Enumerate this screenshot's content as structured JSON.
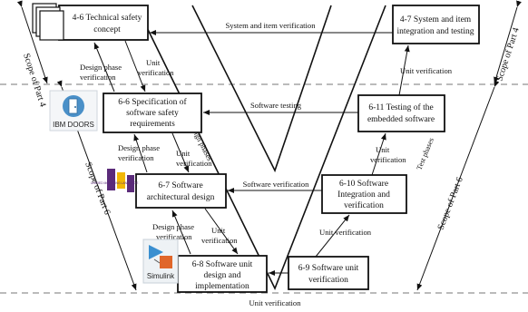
{
  "boxes": {
    "b46": [
      "4-6 Technical safety",
      "concept"
    ],
    "b47": [
      "4-7 System and item",
      "integration and testing"
    ],
    "b66": [
      "6-6 Specification of",
      "software safety",
      "requirements"
    ],
    "b611": [
      "6-11 Testing of the",
      "embedded software"
    ],
    "b67": [
      "6-7 Software",
      "architectural design"
    ],
    "b610": [
      "6-10 Software",
      "Integration and",
      "verification"
    ],
    "b68": [
      "6-8 Software unit",
      "design and",
      "implementation"
    ],
    "b69": [
      "6-9 Software unit",
      "verification"
    ]
  },
  "arrows": {
    "system_item": "System and item verification",
    "software_testing": "Software testing",
    "software_verification": "Software verification",
    "unit_verification_mid": "Unit verification",
    "unit_verification_bottom": "Unit verification",
    "unit_verification_right_top": "Unit verification",
    "unit_verification_right_mid": [
      "Unit",
      "verification"
    ],
    "design_phase_1": [
      "Design phase",
      "verification"
    ],
    "unit_ver_1": [
      "Unit",
      "verification"
    ],
    "design_phase_2": [
      "Design phase",
      "verification"
    ],
    "unit_ver_2": [
      "Unit",
      "verification"
    ],
    "design_phase_3": [
      "Design phase",
      "verification"
    ],
    "unit_ver_3": [
      "Unit",
      "verification"
    ]
  },
  "phases": {
    "design": "Design phases",
    "test": "Test phases"
  },
  "scopes": {
    "part4_left": "Scope of Part 4",
    "part4_right": "Scope of Part 4",
    "part6_left": "Scope of Part 6",
    "part6_right": "Scope of Part 6"
  },
  "logos": {
    "doors": "IBM DOORS",
    "simulink": "Simulink",
    "uml": "UNIFIED MODELING LANGUAGE"
  },
  "colors": {
    "line": "#111111",
    "dash": "#777777",
    "doors_blue": "#4a90c8",
    "simulink_orange": "#e0662a",
    "simulink_blue": "#3a8fd0",
    "uml_purple": "#5b2b7a",
    "uml_yellow": "#f2b705"
  }
}
